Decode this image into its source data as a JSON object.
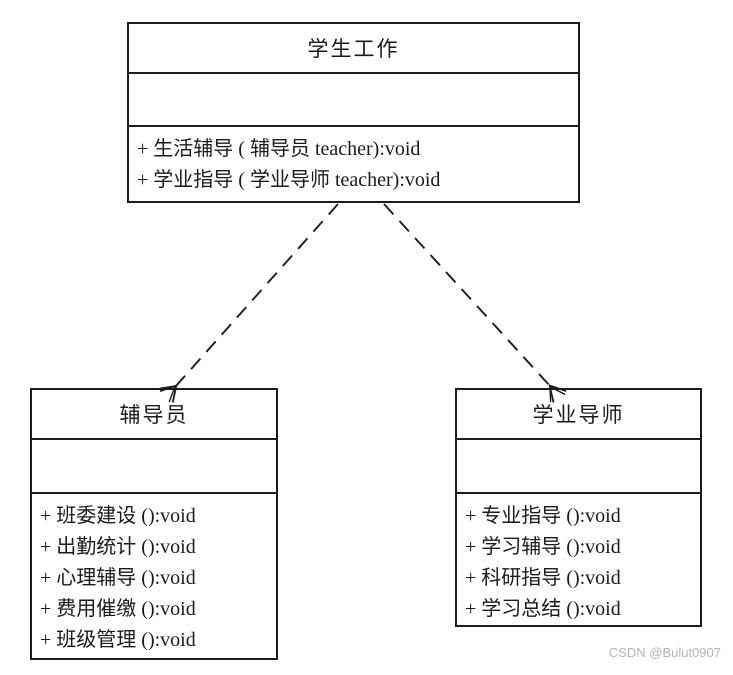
{
  "diagram": {
    "type": "uml-class-diagram",
    "classes": [
      {
        "id": "student-work",
        "name": "学生工作",
        "attributes": [],
        "methods": [
          "+ 生活辅导 ( 辅导员 teacher):void",
          "+ 学业指导 ( 学业导师 teacher):void"
        ]
      },
      {
        "id": "counselor",
        "name": "辅导员",
        "attributes": [],
        "methods": [
          "+ 班委建设 ():void",
          "+ 出勤统计 ():void",
          "+ 心理辅导 ():void",
          "+ 费用催缴 ():void",
          "+ 班级管理 ():void"
        ]
      },
      {
        "id": "academic-advisor",
        "name": "学业导师",
        "attributes": [],
        "methods": [
          "+ 专业指导 ():void",
          "+ 学习辅导 ():void",
          "+ 科研指导 ():void",
          "+ 学习总结 ():void"
        ]
      }
    ],
    "relationships": [
      {
        "type": "dependency",
        "from": "student-work",
        "to": "counselor",
        "line_style": "dashed",
        "arrowhead": "open"
      },
      {
        "type": "dependency",
        "from": "student-work",
        "to": "academic-advisor",
        "line_style": "dashed",
        "arrowhead": "open"
      }
    ],
    "colors": {
      "line": "#1c1c1c",
      "text": "#1a1a1a",
      "background": "#ffffff",
      "watermark": "#b5b5b5"
    }
  },
  "watermark": "CSDN @Bulut0907"
}
